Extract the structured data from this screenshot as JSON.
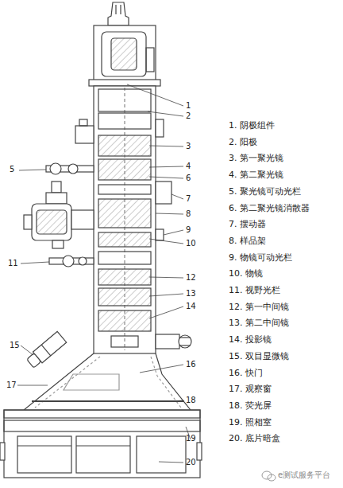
{
  "diagram": {
    "labels": [
      "1",
      "2",
      "3",
      "4",
      "5",
      "6",
      "7",
      "8",
      "9",
      "10",
      "11",
      "12",
      "13",
      "14",
      "15",
      "16",
      "17",
      "18",
      "19",
      "20",
      "1. 阴极组件",
      "2. 阳极",
      "3. 第一聚光镜",
      "4. 第二聚光镜",
      "5. 聚光镜可动光栏",
      "6. 第二聚光镜消散器",
      "7. 摆动器",
      "8. 样品架",
      "9. 物镜可动光栏",
      "10. 物镜",
      "11. 视野光栏",
      "12. 第一中间镜",
      "13. 第二中间镜",
      "14. 投影镜",
      "15. 双目显微镜",
      "16. 快门",
      "17. 观察窗",
      "18. 荧光屏",
      "19. 照相室",
      "20. 底片暗盒",
      "e测试服务平台"
    ]
  }
}
